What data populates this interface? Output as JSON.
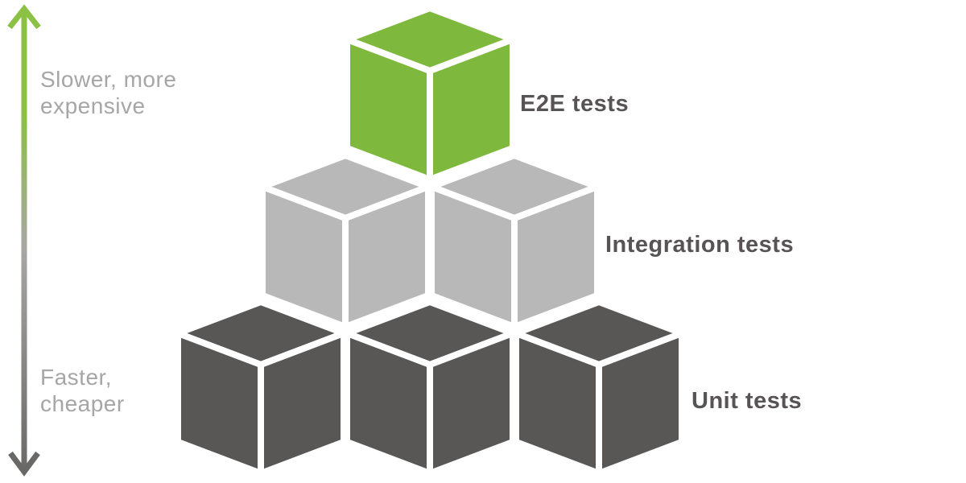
{
  "diagram": {
    "axis": {
      "top_label_line1": "Slower, more",
      "top_label_line2": "expensive",
      "bottom_label_line1": "Faster,",
      "bottom_label_line2": "cheaper",
      "label_color": "#A7A5A5",
      "arrow_top_color": "#8BC144",
      "arrow_mid_color": "#A8A6A4",
      "arrow_bottom_color": "#6A6767"
    },
    "levels": [
      {
        "id": "e2e",
        "label": "E2E tests",
        "cubes": 1,
        "color": "#7EB93D"
      },
      {
        "id": "integration",
        "label": "Integration tests",
        "cubes": 2,
        "color": "#B9B8B8"
      },
      {
        "id": "unit",
        "label": "Unit tests",
        "cubes": 3,
        "color": "#595656"
      }
    ],
    "level_label_color": "#585455"
  }
}
